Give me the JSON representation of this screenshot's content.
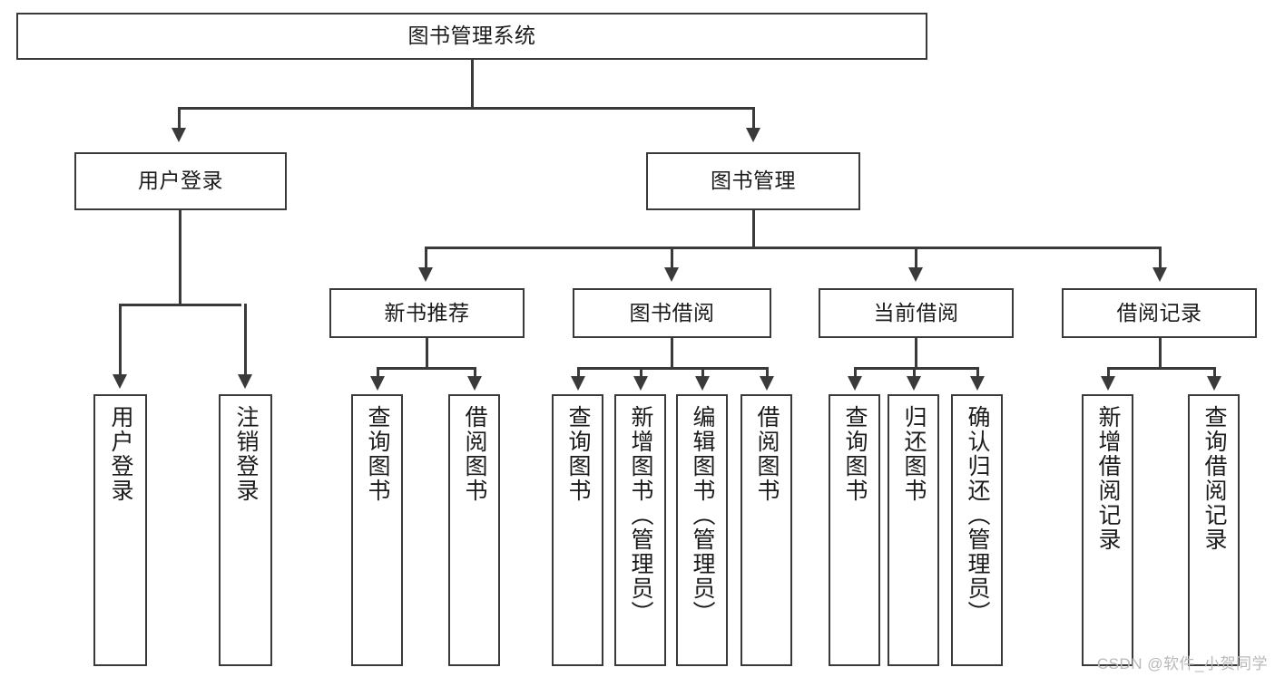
{
  "diagram": {
    "type": "tree",
    "title": "图书管理系统",
    "watermark": "CSDN @软件_小贺同学",
    "colors": {
      "box_border": "#3a3a3a",
      "box_fill": "#ffffff",
      "connector": "#3a3a3a",
      "text": "#1b1b1b",
      "watermark": "#b9b9b9",
      "background": "#ffffff"
    },
    "levels": {
      "level1": [
        {
          "id": "root",
          "label": "图书管理系统"
        }
      ],
      "level2": [
        {
          "id": "user-login",
          "label": "用户登录",
          "parent": "root"
        },
        {
          "id": "book-manage",
          "label": "图书管理",
          "parent": "root"
        }
      ],
      "level3": [
        {
          "id": "new-book-recommend",
          "label": "新书推荐",
          "parent": "book-manage"
        },
        {
          "id": "book-borrow",
          "label": "图书借阅",
          "parent": "book-manage"
        },
        {
          "id": "current-borrow",
          "label": "当前借阅",
          "parent": "book-manage"
        },
        {
          "id": "borrow-record",
          "label": "借阅记录",
          "parent": "book-manage"
        }
      ],
      "level4": [
        {
          "id": "leaf-user-login",
          "label": "用户登录",
          "parent": "user-login"
        },
        {
          "id": "leaf-logout",
          "label": "注销登录",
          "parent": "user-login"
        },
        {
          "id": "leaf-query-book-1",
          "label": "查询图书",
          "parent": "new-book-recommend"
        },
        {
          "id": "leaf-borrow-book-1",
          "label": "借阅图书",
          "parent": "new-book-recommend"
        },
        {
          "id": "leaf-query-book-2",
          "label": "查询图书",
          "parent": "book-borrow"
        },
        {
          "id": "leaf-add-book",
          "label": "新增图书（管理员）",
          "parent": "book-borrow"
        },
        {
          "id": "leaf-edit-book",
          "label": "编辑图书（管理员）",
          "parent": "book-borrow"
        },
        {
          "id": "leaf-borrow-book-2",
          "label": "借阅图书",
          "parent": "book-borrow"
        },
        {
          "id": "leaf-query-book-3",
          "label": "查询图书",
          "parent": "current-borrow"
        },
        {
          "id": "leaf-return-book",
          "label": "归还图书",
          "parent": "current-borrow"
        },
        {
          "id": "leaf-confirm-return",
          "label": "确认归还（管理员）",
          "parent": "current-borrow"
        },
        {
          "id": "leaf-add-record",
          "label": "新增借阅记录",
          "parent": "borrow-record"
        },
        {
          "id": "leaf-query-record",
          "label": "查询借阅记录",
          "parent": "borrow-record"
        }
      ]
    }
  }
}
